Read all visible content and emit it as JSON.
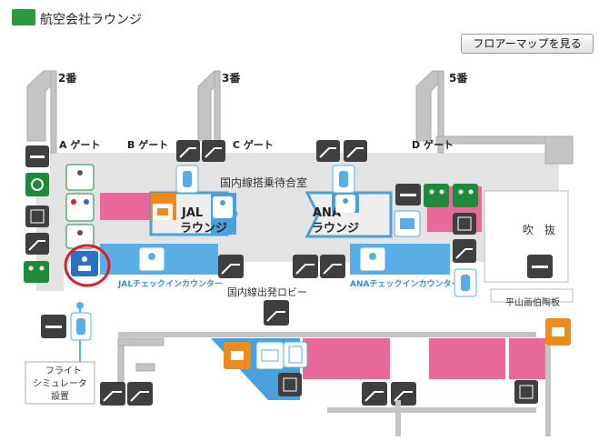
{
  "header": {
    "title": "航空会社ラウンジ",
    "floor_map_button": "フロアーマップを見る"
  },
  "gates": {
    "g2": "2番",
    "g3": "3番",
    "g5": "5番",
    "gate_a": "A ゲート",
    "gate_b": "B ゲート",
    "gate_c": "C ゲート",
    "gate_d": "D ゲート"
  },
  "areas": {
    "waiting_room": "国内線搭乗待合室",
    "jal_lounge_1": "JAL",
    "jal_lounge_2": "ラウンジ",
    "ana_lounge_1": "ANA",
    "ana_lounge_2": "ラウンジ",
    "jal_checkin": "JALチェックインカウンター",
    "ana_checkin": "ANAチェックインカウンター",
    "departure_lobby": "国内線出発ロビー",
    "atrium": "吹　抜",
    "display": "平山画伯陶板",
    "simulator_1": "フライト",
    "simulator_2": "シミュレータ",
    "simulator_3": "設置"
  },
  "colors": {
    "lounge_blue": "#49a0dc",
    "checkin_blue": "#5aaee6",
    "shop_pink": "#e8699a",
    "cafe_orange": "#ef8a1d",
    "wall_gray": "#bdbdbd",
    "floor_light": "#e3e3e3",
    "icon_dark": "#3f3f3f",
    "icon_green": "#1e8a3a",
    "highlight_red": "#d6202a"
  }
}
